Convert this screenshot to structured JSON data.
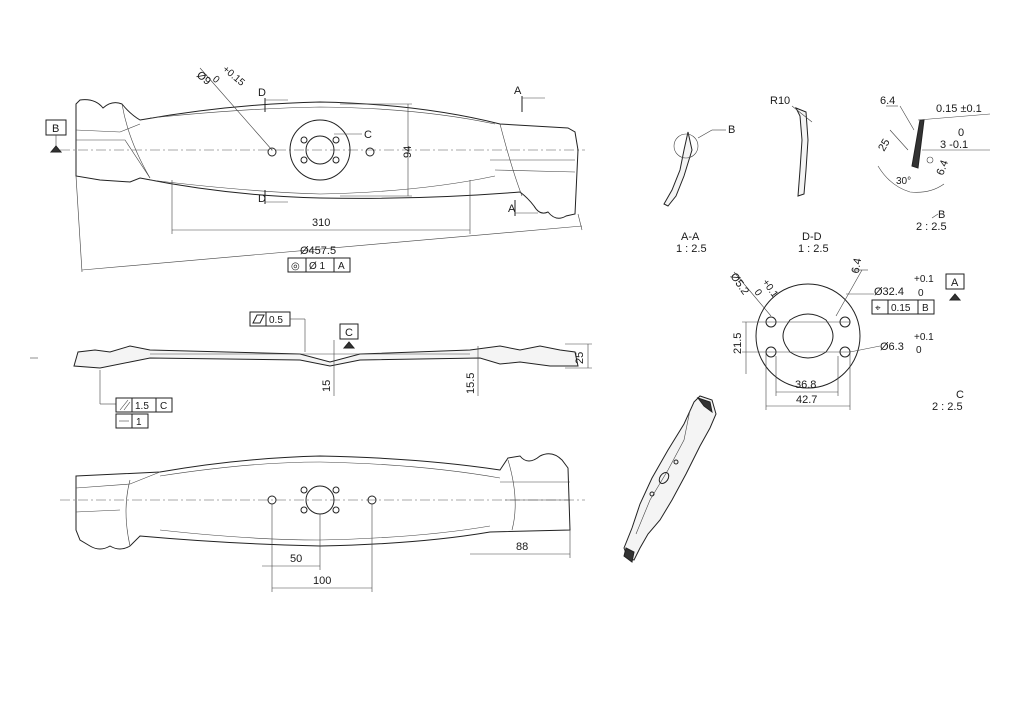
{
  "top_view": {
    "dia_hole": "Ø9",
    "dia_hole_tol_upper": "+0.15",
    "dia_hole_tol_lower": "0",
    "section_d": "D",
    "section_a": "A",
    "datum_b": "B",
    "label_c": "C",
    "dim_94": "94",
    "dim_310": "310",
    "dim_457": "Ø457.5",
    "concentricity_sym": "◎",
    "concentricity_val": "Ø 1",
    "concentricity_datum": "A"
  },
  "side_view": {
    "flatness_val": "0.5",
    "datum_c": "C",
    "dim_15": "15",
    "dim_155": "15.5",
    "dim_25": "25",
    "runout_val": "1.5",
    "runout_datum": "C",
    "straightness_val": "1"
  },
  "bottom_view": {
    "dim_50": "50",
    "dim_100": "100",
    "dim_88": "88"
  },
  "section_aa": {
    "detail_b": "B",
    "title": "A-A",
    "scale": "1 : 2.5"
  },
  "section_dd": {
    "radius": "R10",
    "title": "D-D",
    "scale": "1 : 2.5"
  },
  "detail_b": {
    "dim_64": "6.4",
    "dim_015": "0.15 ±0.1",
    "dim_25": "25",
    "dim_3_upper": "0",
    "dim_3": "3 -0.1",
    "angle_30": "30°",
    "dim_64b": "6.4",
    "title": "B",
    "scale": "2 : 2.5"
  },
  "detail_c": {
    "dia_52": "Ø5.2",
    "dia_52_tol_upper": "+0.1",
    "dia_52_tol_lower": "0",
    "dim_64": "6.4",
    "dia_324_tol_upper": "+0.1",
    "dia_324": "Ø32.4",
    "dia_324_tol_lower": "0",
    "datum_a": "A",
    "position_sym": "⌖",
    "position_val": "0.15",
    "position_datum": "B",
    "dim_215": "21.5",
    "dia_63_tol_upper": "+0.1",
    "dia_63": "Ø6.3",
    "dia_63_tol_lower": "0",
    "dim_368": "36.8",
    "dim_427": "42.7",
    "title": "C",
    "scale": "2 : 2.5"
  }
}
